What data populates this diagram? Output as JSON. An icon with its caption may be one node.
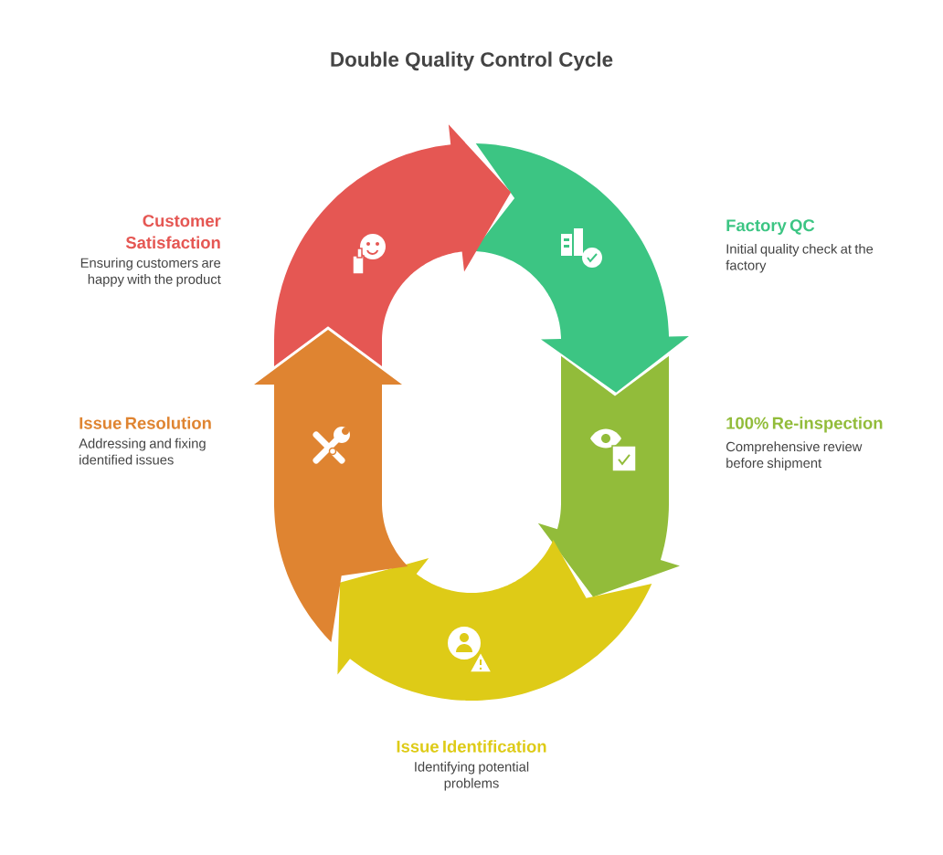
{
  "diagram": {
    "title": "Double Quality Control Cycle",
    "nodes": [
      {
        "text": [
          "Factory QC",
          "Initial quality check at the factory"
        ]
      },
      {
        "text": [
          "100% Re-inspection",
          "Comprehensive review before shipment"
        ]
      },
      {
        "text": [
          "Issue Identification",
          "Identifying potential problems"
        ]
      },
      {
        "text": [
          "Issue Resolution",
          "Addressing and fixing identified issues"
        ]
      },
      {
        "text": [
          "Customer Satisfaction",
          "Ensuring customers are happy with the product"
        ]
      }
    ]
  }
}
